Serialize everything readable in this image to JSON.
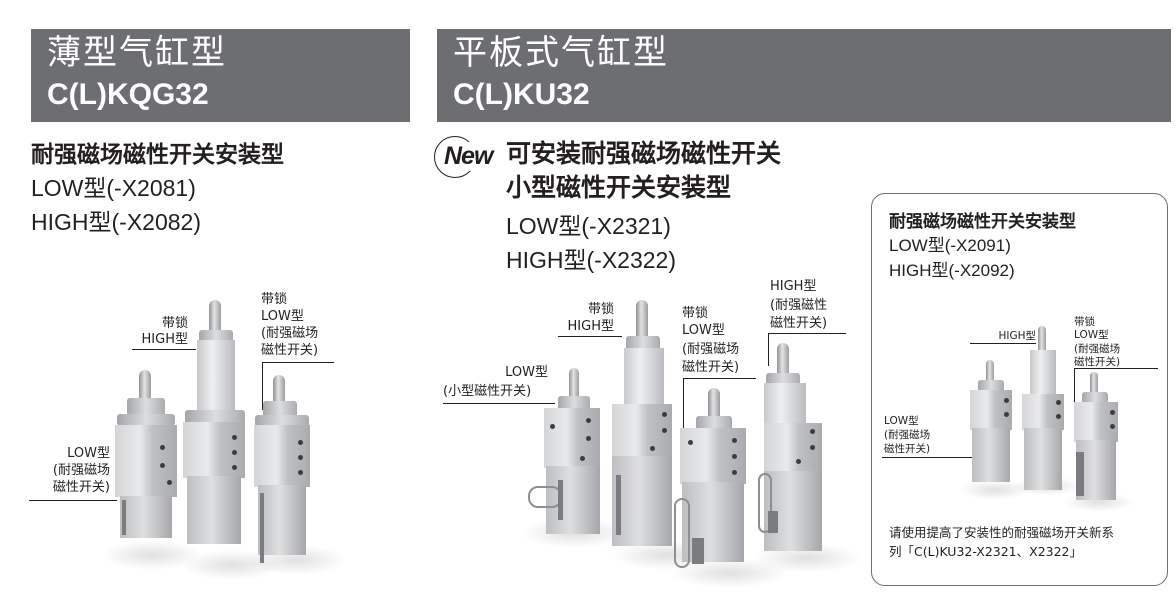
{
  "left_section": {
    "banner": {
      "title": "薄型气缸型",
      "model": "C(L)KQG32"
    },
    "heading": "耐强磁场磁性开关安装型",
    "variants": [
      "LOW型(-X2081)",
      "HIGH型(-X2082)"
    ],
    "callouts": {
      "lock_high": [
        "带锁",
        "HIGH型"
      ],
      "lock_low": [
        "带锁",
        "LOW型",
        "(耐强磁场",
        "磁性开关)"
      ],
      "low": [
        "LOW型",
        "(耐强磁场",
        "磁性开关)"
      ]
    }
  },
  "right_section": {
    "banner": {
      "title": "平板式气缸型",
      "model": "C(L)KU32"
    },
    "new_badge": "New",
    "heading_lines": [
      "可安装耐强磁场磁性开关",
      "小型磁性开关安装型"
    ],
    "variants": [
      "LOW型(-X2321)",
      "HIGH型(-X2322)"
    ],
    "callouts": {
      "low_small": [
        "LOW型",
        "(小型磁性开关)"
      ],
      "lock_high": [
        "带锁",
        "HIGH型"
      ],
      "lock_low": [
        "带锁",
        "LOW型",
        "(耐强磁场",
        "磁性开关)"
      ],
      "high": [
        "HIGH型",
        "(耐强磁性",
        "磁性开关)"
      ]
    }
  },
  "panel": {
    "heading": "耐强磁场磁性开关安装型",
    "variants": [
      "LOW型(-X2091)",
      "HIGH型(-X2092)"
    ],
    "callouts": {
      "high": [
        "HIGH型"
      ],
      "lock_low": [
        "带锁",
        "LOW型",
        "(耐强磁场",
        "磁性开关)"
      ],
      "low": [
        "LOW型",
        "(耐强磁场",
        "磁性开关)"
      ]
    },
    "note_lines": [
      "请使用提高了安装性的耐强磁场开关新系",
      "列「C(L)KU32-X2321、X2322」"
    ]
  },
  "colors": {
    "banner_bg": "#6d6e71",
    "banner_text": "#ffffff",
    "text": "#231f20",
    "panel_border": "#6d6e71"
  }
}
